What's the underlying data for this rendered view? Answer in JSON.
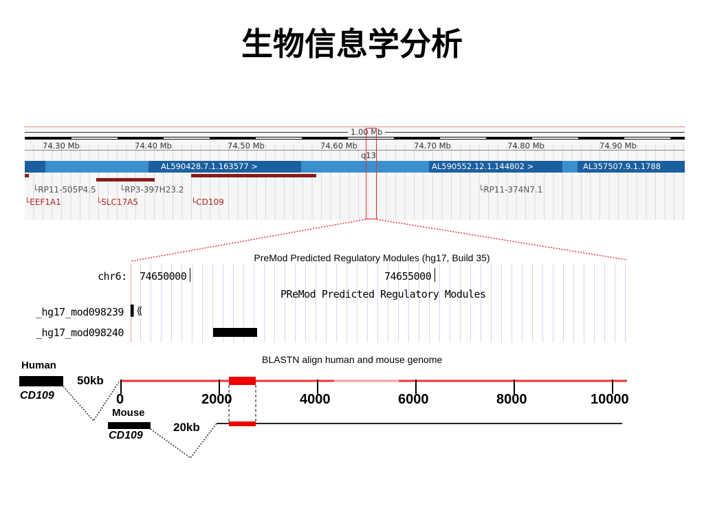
{
  "title": "生物信息学分析",
  "browser": {
    "scale_label": "1.00 Mb",
    "positions": [
      "74.30 Mb",
      "74.40 Mb",
      "74.50 Mb",
      "74.60 Mb",
      "74.70 Mb",
      "74.80 Mb",
      "74.90 Mb"
    ],
    "band": "q13",
    "contigs": [
      "AL590428.7.1.163577 >",
      "AL590552.12.1.144802 >",
      "AL357507.9.1.1788"
    ],
    "clones": [
      "RP11-505P4.5",
      "RP3-397H23.2",
      "RP11-374N7.1"
    ],
    "genes": [
      "EEF1A1",
      "SLC17A5",
      "CD109"
    ],
    "colors": {
      "contig_bar": "#3b8fcd",
      "contig_dark": "#1a5f9e",
      "gene_red": "#b22222",
      "highlight": "#e03030"
    }
  },
  "premod": {
    "caption": "PreMod Predicted Regulatory Modules (hg17, Build 35)",
    "chr_label": "chr6:",
    "coord1": "74650000",
    "coord2": "74655000",
    "track_title": "PReMod Predicted Regulatory Modules",
    "rows": [
      "_hg17_mod098239",
      "_hg17_mod098240"
    ]
  },
  "blast": {
    "caption": "BLASTN align human and mouse genome",
    "human_label": "Human",
    "human_gene": "CD109",
    "human_gap": "50kb",
    "mouse_label": "Mouse",
    "mouse_gene": "CD109",
    "mouse_gap": "20kb",
    "ticks": [
      "0",
      "2000",
      "4000",
      "6000",
      "8000",
      "10000"
    ]
  }
}
